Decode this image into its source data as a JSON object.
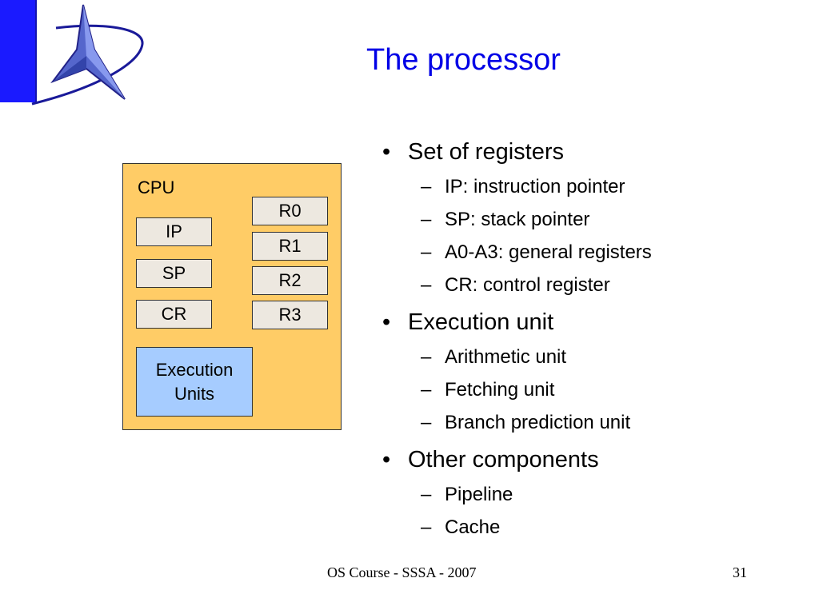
{
  "slide": {
    "title": "The processor",
    "footer_text": "OS Course - SSSA - 2007",
    "page_number": "31"
  },
  "diagram": {
    "cpu_label": "CPU",
    "left_registers": [
      "IP",
      "SP",
      "CR"
    ],
    "right_registers": [
      "R0",
      "R1",
      "R2",
      "R3"
    ],
    "exec_unit_line1": "Execution",
    "exec_unit_line2": "Units"
  },
  "bullets": [
    {
      "text": "Set of registers",
      "subitems": [
        "IP: instruction pointer",
        "SP: stack pointer",
        "A0-A3: general registers",
        "CR: control register"
      ]
    },
    {
      "text": "Execution unit",
      "subitems": [
        "Arithmetic unit",
        "Fetching unit",
        "Branch prediction unit"
      ]
    },
    {
      "text": "Other components",
      "subitems": [
        "Pipeline",
        "Cache"
      ]
    }
  ],
  "colors": {
    "title": "#0000e6",
    "logo_bar": "#1a1aff",
    "cpu_box": "#ffcc66",
    "register": "#ede8e0",
    "exec_unit": "#a6ccff"
  }
}
